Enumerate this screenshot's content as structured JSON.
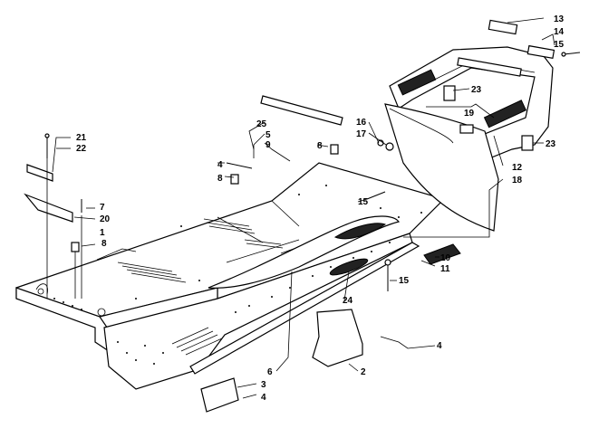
{
  "diagram": {
    "callouts": [
      {
        "id": "c1",
        "text": "1"
      },
      {
        "id": "c2",
        "text": "2"
      },
      {
        "id": "c3",
        "text": "3"
      },
      {
        "id": "c4a",
        "text": "4"
      },
      {
        "id": "c4b",
        "text": "4"
      },
      {
        "id": "c4c",
        "text": "4"
      },
      {
        "id": "c5",
        "text": "5"
      },
      {
        "id": "c6",
        "text": "6"
      },
      {
        "id": "c7",
        "text": "7"
      },
      {
        "id": "c8a",
        "text": "8"
      },
      {
        "id": "c8b",
        "text": "8"
      },
      {
        "id": "c8c",
        "text": "8"
      },
      {
        "id": "c9",
        "text": "9"
      },
      {
        "id": "c10",
        "text": "10"
      },
      {
        "id": "c11",
        "text": "11"
      },
      {
        "id": "c12",
        "text": "12"
      },
      {
        "id": "c13",
        "text": "13"
      },
      {
        "id": "c14",
        "text": "14"
      },
      {
        "id": "c15a",
        "text": "15"
      },
      {
        "id": "c15b",
        "text": "15"
      },
      {
        "id": "c15c",
        "text": "15"
      },
      {
        "id": "c16",
        "text": "16"
      },
      {
        "id": "c17",
        "text": "17"
      },
      {
        "id": "c18",
        "text": "18"
      },
      {
        "id": "c19",
        "text": "19"
      },
      {
        "id": "c20",
        "text": "20"
      },
      {
        "id": "c21",
        "text": "21"
      },
      {
        "id": "c22",
        "text": "22"
      },
      {
        "id": "c23a",
        "text": "23"
      },
      {
        "id": "c23b",
        "text": "23"
      },
      {
        "id": "c24",
        "text": "24"
      },
      {
        "id": "c25",
        "text": "25"
      }
    ]
  }
}
